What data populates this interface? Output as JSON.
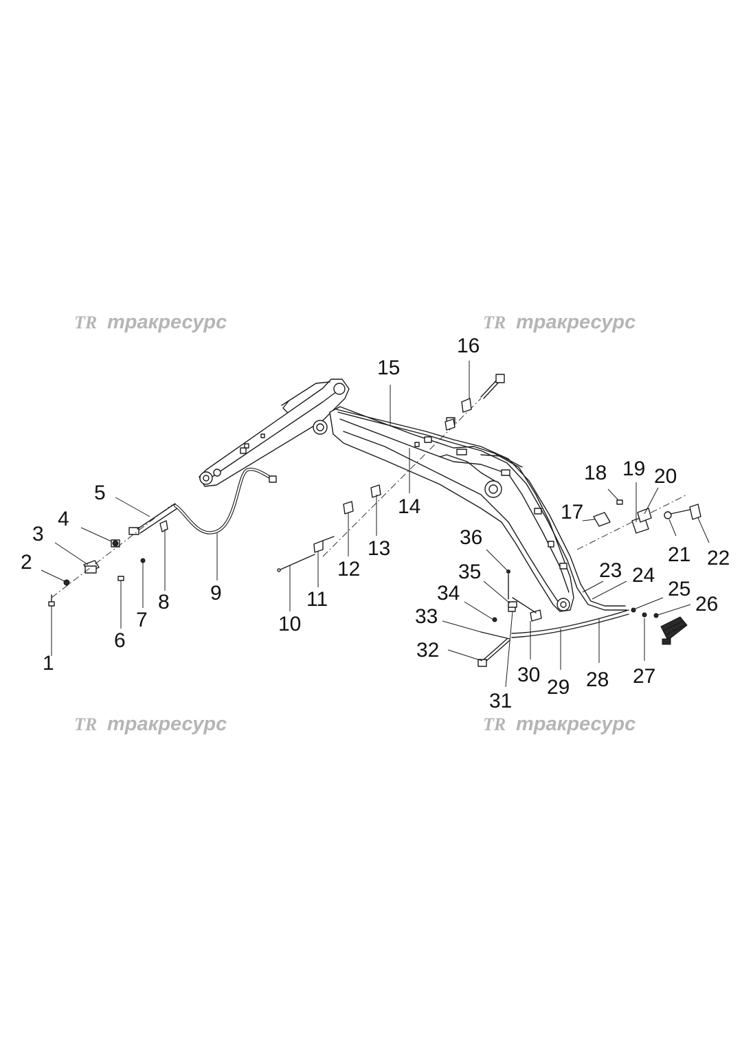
{
  "watermark": {
    "logo": "TR",
    "text": "тракресурс"
  },
  "callouts": [
    "1",
    "2",
    "3",
    "4",
    "5",
    "6",
    "7",
    "8",
    "9",
    "10",
    "11",
    "12",
    "13",
    "14",
    "15",
    "16",
    "17",
    "18",
    "19",
    "20",
    "21",
    "22",
    "23",
    "24",
    "25",
    "26",
    "27",
    "28",
    "29",
    "30",
    "31",
    "32",
    "33",
    "34",
    "35",
    "36"
  ]
}
